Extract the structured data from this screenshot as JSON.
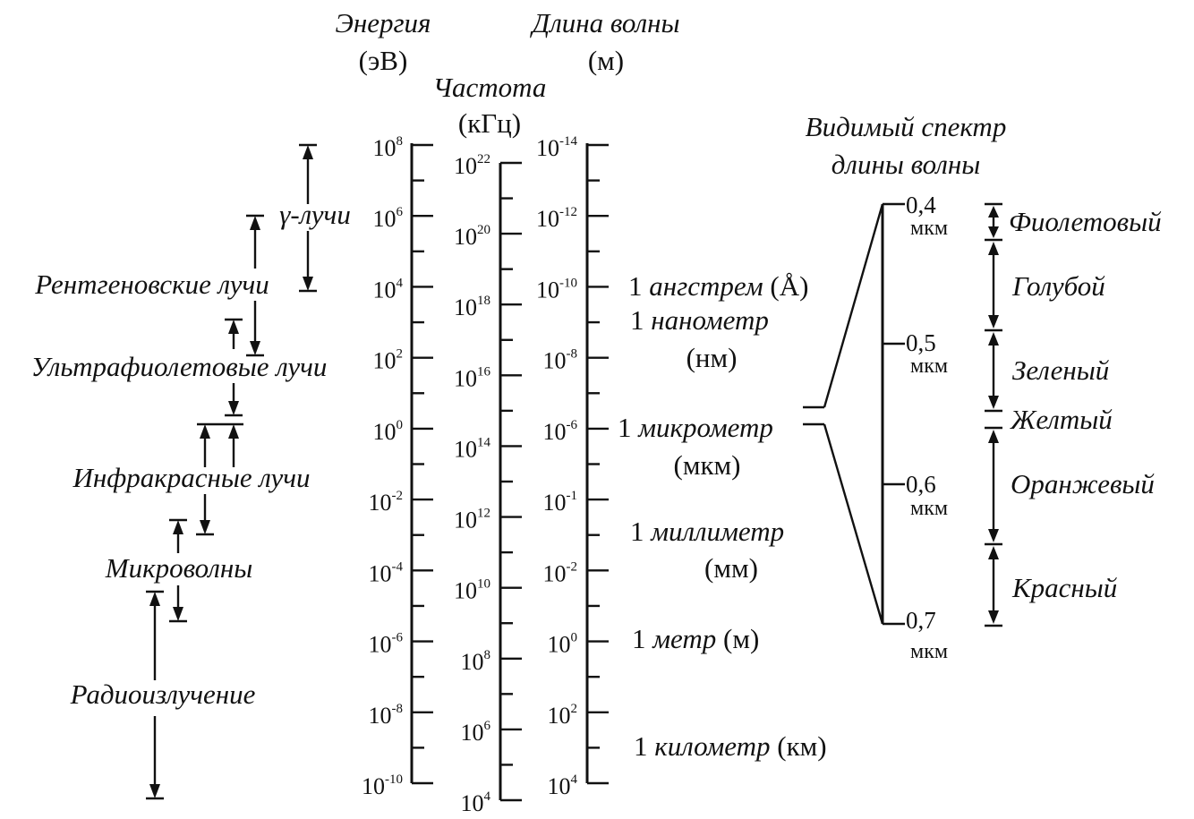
{
  "headers": {
    "energy_title": "Энергия",
    "energy_unit": "(эВ)",
    "freq_title": "Частота",
    "freq_unit": "(кГц)",
    "wave_title": "Длина волны",
    "wave_unit": "(м)",
    "visible_title_1": "Видимый спектр",
    "visible_title_2": "длины волны"
  },
  "energy_scale": {
    "base": "10",
    "exponents": [
      "8",
      "6",
      "4",
      "2",
      "0",
      "-2",
      "-4",
      "-6",
      "-8",
      "-10"
    ]
  },
  "frequency_scale": {
    "base": "10",
    "exponents": [
      "22",
      "20",
      "18",
      "16",
      "14",
      "12",
      "10",
      "8",
      "6",
      "4"
    ]
  },
  "wavelength_scale": {
    "base": "10",
    "exponents": [
      "-14",
      "-12",
      "-10",
      "-8",
      "-6",
      "-1",
      "-2",
      "0",
      "2",
      "4"
    ]
  },
  "radiation_bands": [
    {
      "name": "γ-лучи"
    },
    {
      "name": "Рентгеновские лучи"
    },
    {
      "name": "Ультрафиолетовые лучи"
    },
    {
      "name": "Инфракрасные лучи"
    },
    {
      "name": "Микроволны"
    },
    {
      "name": "Радиоизлучение"
    }
  ],
  "wavelength_units": [
    {
      "num": "1",
      "word": "ангстрем",
      "abbr": "(Å)"
    },
    {
      "num": "1",
      "word": "нанометр",
      "abbr": "(нм)"
    },
    {
      "num": "1",
      "word": "микрометр",
      "abbr": "(мкм)"
    },
    {
      "num": "1",
      "word": "миллиметр",
      "abbr": "(мм)"
    },
    {
      "num": "1",
      "word": "метр",
      "abbr": "(м)"
    },
    {
      "num": "1",
      "word": "километр",
      "abbr": "(км)"
    }
  ],
  "visible_scale": [
    {
      "value": "0,4",
      "unit": "мкм"
    },
    {
      "value": "0,5",
      "unit": "мкм"
    },
    {
      "value": "0,6",
      "unit": "мкм"
    },
    {
      "value": "0,7",
      "unit": "мкм"
    }
  ],
  "visible_colors": [
    {
      "name": "Фиолетовый"
    },
    {
      "name": "Голубой"
    },
    {
      "name": "Зеленый"
    },
    {
      "name": "Желтый"
    },
    {
      "name": "Оранжевый"
    },
    {
      "name": "Красный"
    }
  ]
}
